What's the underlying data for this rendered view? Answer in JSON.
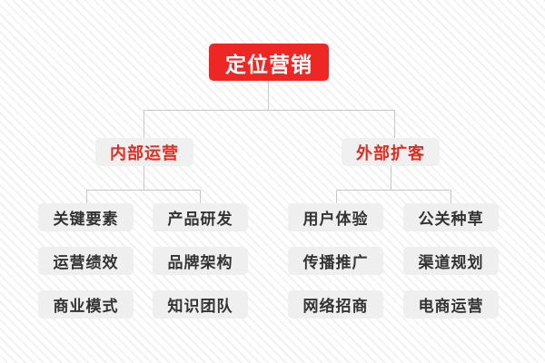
{
  "diagram": {
    "type": "org-tree",
    "title": "定位营销",
    "background_color": "#fbfbfb",
    "root": {
      "label": "定位营销",
      "bg_color": "#ec2724",
      "text_color": "#ffffff"
    },
    "branches": [
      {
        "label": "内部运营",
        "bg_color": "#f0f0f0",
        "text_color": "#e02b20",
        "columns": [
          {
            "items": [
              "关键要素",
              "运营绩效",
              "商业模式"
            ]
          },
          {
            "items": [
              "产品研发",
              "品牌架构",
              "知识团队"
            ]
          }
        ]
      },
      {
        "label": "外部扩客",
        "bg_color": "#f0f0f0",
        "text_color": "#e02b20",
        "columns": [
          {
            "items": [
              "用户体验",
              "传播推广",
              "网络招商"
            ]
          },
          {
            "items": [
              "公关种草",
              "渠道规划",
              "电商运营"
            ]
          }
        ]
      }
    ],
    "leaf_style": {
      "bg_color": "#efefef",
      "text_color": "#333333"
    },
    "connector_color": "#c8c8c8"
  }
}
